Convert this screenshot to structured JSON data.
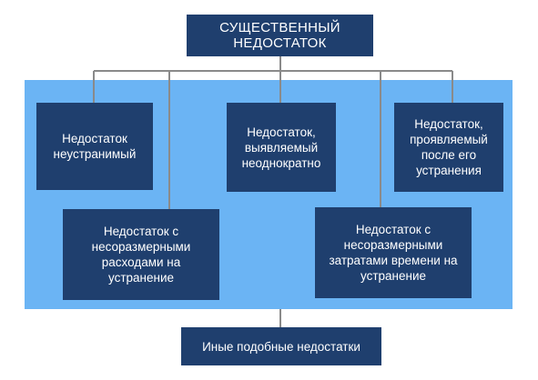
{
  "diagram": {
    "root": "СУЩЕСТВЕННЫЙ\nНЕДОСТАТОК",
    "nodes": [
      "Недостаток\nнеустранимый",
      "Недостаток,\nвыявляемый\nнеоднократно",
      "Недостаток,\nпроявляемый\nпосле его\nустранения",
      "Недостаток с\nнесоразмерными\nрасходами на\nустранение",
      "Недостаток с\nнесоразмерными\nзатратами времени на\nустранение"
    ],
    "bottom": "Иные подобные недостатки"
  },
  "colors": {
    "box": "#1f3f6e",
    "panel": "#6bb4f4",
    "connector": "#8a8a8a"
  }
}
